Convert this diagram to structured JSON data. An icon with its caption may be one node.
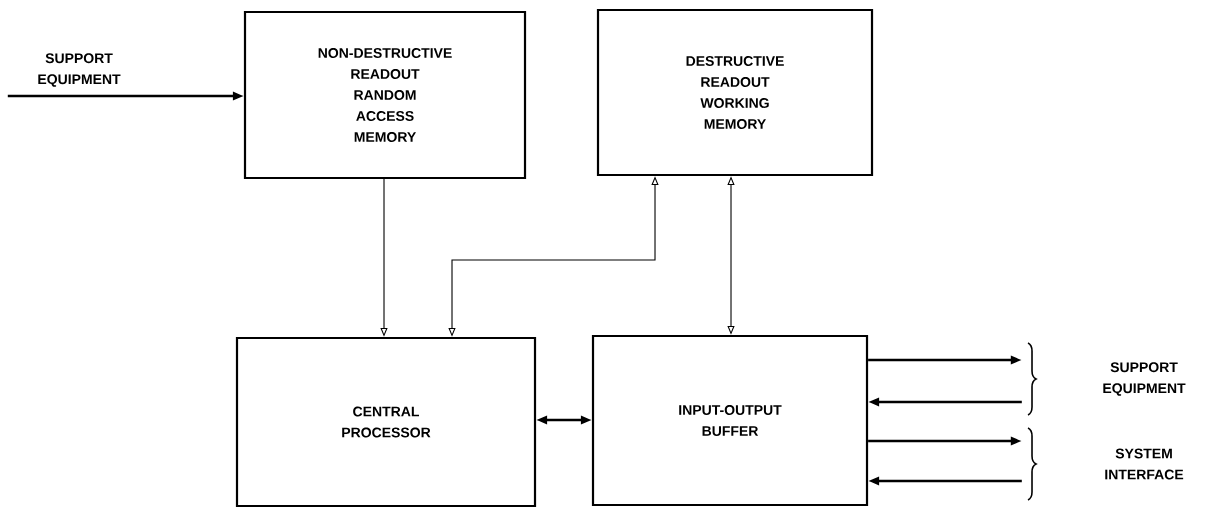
{
  "diagram": {
    "nodes": [
      {
        "text": [
          "SUPPORT EQUIPMENT"
        ]
      },
      {
        "text": [
          "NON-DESTRUCTIVE READOUT RANDOM ACCESS MEMORY"
        ]
      },
      {
        "text": [
          "DESTRUCTIVE READOUT WORKING MEMORY"
        ]
      },
      {
        "text": [
          "CENTRAL PROCESSOR"
        ]
      },
      {
        "text": [
          "INPUT-OUTPUT BUFFER"
        ]
      },
      {
        "text": [
          "SUPPORT EQUIPMENT"
        ]
      },
      {
        "text": [
          "SYSTEM INTERFACE"
        ]
      }
    ],
    "edges": [
      {
        "from": 0,
        "to": 1,
        "arrow": "to"
      },
      {
        "from": 1,
        "to": 3,
        "arrow": "to"
      },
      {
        "from": 2,
        "to": 3,
        "arrow": "both"
      },
      {
        "from": 2,
        "to": 4,
        "arrow": "both"
      },
      {
        "from": 3,
        "to": 4,
        "arrow": "both"
      },
      {
        "from": 4,
        "to": 5,
        "arrow": "to"
      },
      {
        "from": 5,
        "to": 4,
        "arrow": "to"
      },
      {
        "from": 4,
        "to": 6,
        "arrow": "to"
      },
      {
        "from": 6,
        "to": 4,
        "arrow": "to"
      }
    ]
  }
}
